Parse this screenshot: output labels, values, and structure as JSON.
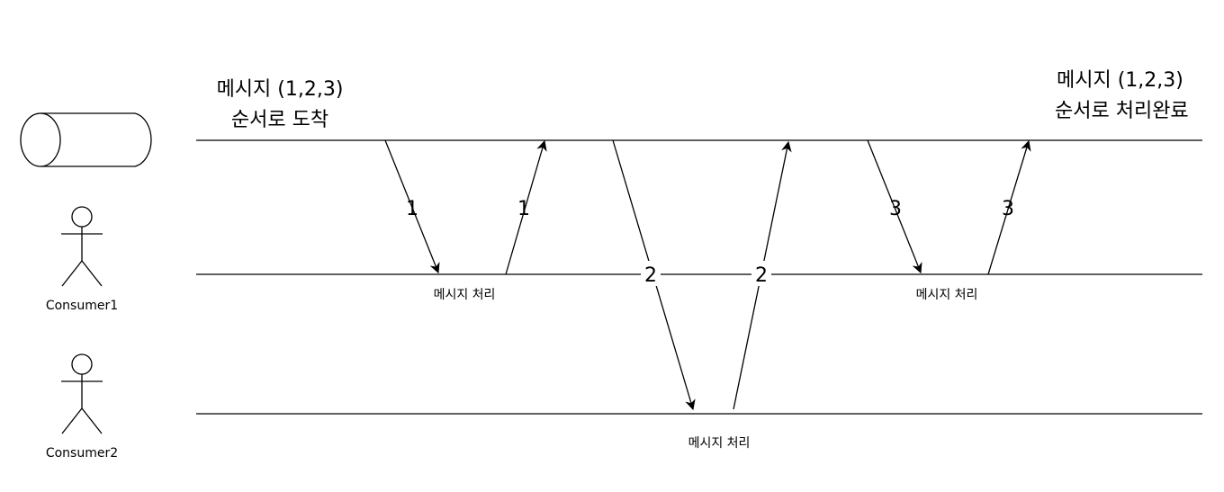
{
  "header": {
    "left": {
      "line1": "메시지 (1,2,3)",
      "line2": "순서로 도착"
    },
    "right": {
      "line1": "메시지 (1,2,3)",
      "line2": "순서로 처리완료"
    }
  },
  "actors": {
    "consumer1": "Consumer1",
    "consumer2": "Consumer2"
  },
  "messages": {
    "m1_down": "1",
    "m1_up": "1",
    "m2_down": "2",
    "m2_up": "2",
    "m3_down": "3",
    "m3_up": "3"
  },
  "processing": {
    "consumer1_first": "메시지 처리",
    "consumer1_second": "메시지 처리",
    "consumer2": "메시지 처리"
  },
  "colors": {
    "stroke": "#000000",
    "background": "#ffffff"
  }
}
